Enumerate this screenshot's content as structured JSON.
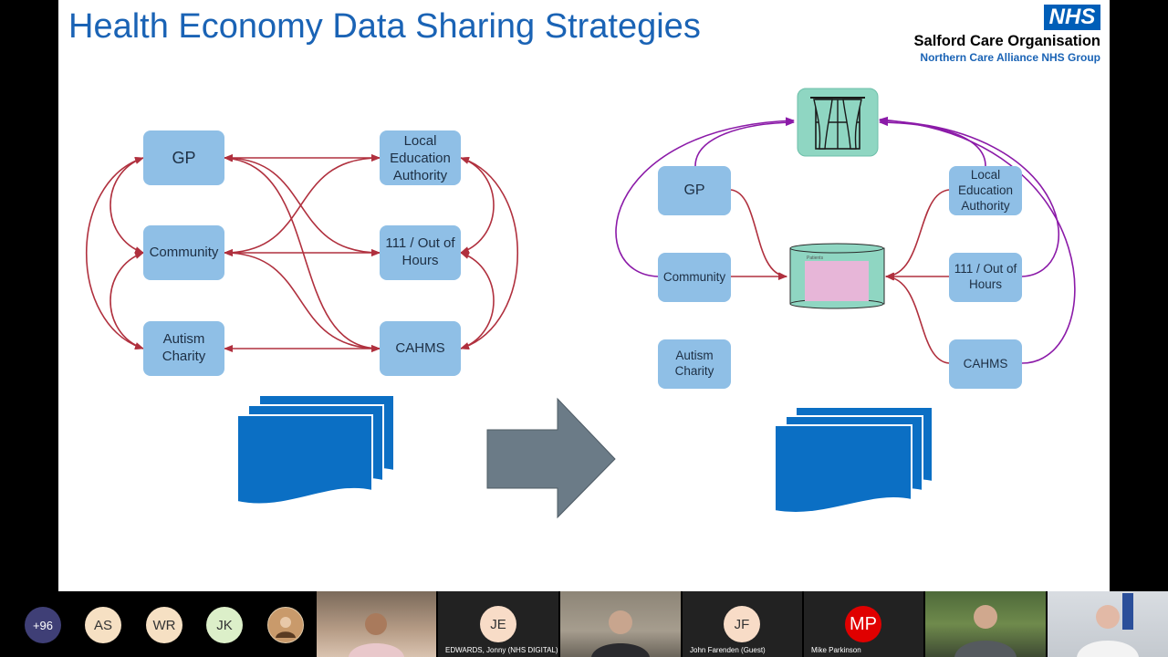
{
  "slide": {
    "title": "Health Economy Data Sharing Strategies",
    "logo": {
      "badge": "NHS",
      "org_name": "Salford Care Organisation",
      "org_group": "Northern Care Alliance NHS Group"
    },
    "left_diagram": {
      "nodes": {
        "gp": "GP",
        "community": "Community",
        "autism": [
          "Autism",
          "Charity"
        ],
        "lea": [
          "Local",
          "Education",
          "Authority"
        ],
        "ooh": [
          "111 / Out of",
          "Hours"
        ],
        "cahms": "CAHMS"
      }
    },
    "right_diagram": {
      "nodes": {
        "gp": "GP",
        "community": "Community",
        "autism": [
          "Autism",
          "Charity"
        ],
        "lea": [
          "Local",
          "Education",
          "Authority"
        ],
        "ooh": [
          "111 / Out of",
          "Hours"
        ],
        "cahms": "CAHMS"
      },
      "database_label": "Patients"
    },
    "colors": {
      "title": "#1a63b5",
      "node_fill": "#8fbfe6",
      "link_red": "#b0303e",
      "link_purple": "#8b1aa8",
      "arrow": "#6b7b87",
      "document": "#0b6fc4",
      "window_icon_bg": "#8fd6c2",
      "database_fill": "#8fd6c2",
      "database_table": "#e7b6d8"
    },
    "icons": [
      "window-icon",
      "database-icon",
      "documents-icon",
      "arrow-right-icon"
    ]
  },
  "meeting": {
    "overflow_count": "+96",
    "avatars": [
      {
        "initials": "AS",
        "bg": "#f6e0c3"
      },
      {
        "initials": "WR",
        "bg": "#f6e0c3"
      },
      {
        "initials": "JK",
        "bg": "#dcefc9"
      }
    ],
    "tiles": [
      {
        "name": "",
        "initials": ""
      },
      {
        "name": "EDWARDS, Jonny (NHS DIGITAL)",
        "initials": "JE"
      },
      {
        "name": "",
        "initials": ""
      },
      {
        "name": "John Farenden (Guest)",
        "initials": "JF"
      },
      {
        "name": "Mike Parkinson",
        "initials": "MP"
      },
      {
        "name": "",
        "initials": ""
      },
      {
        "name": "",
        "initials": ""
      }
    ]
  }
}
